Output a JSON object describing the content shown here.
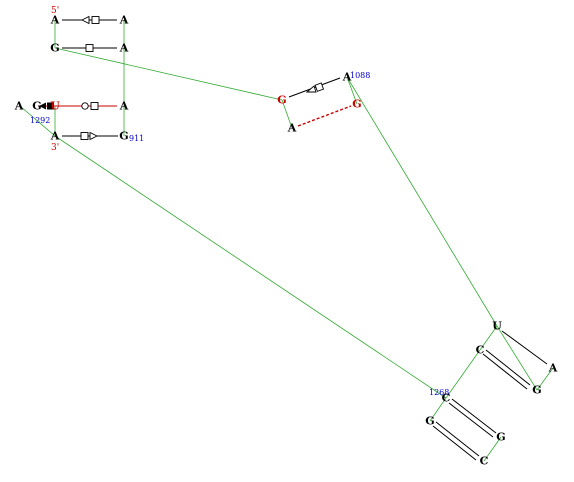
{
  "colors": {
    "backbone": "#33aa33",
    "pair": "#000000",
    "highlight": "#cc0000",
    "number": "#0000cc",
    "nucleotide": "#000000"
  },
  "labels": {
    "five_prime": "5'",
    "three_prime": "3'"
  },
  "numbers": {
    "n1292": "1292",
    "n911": "911",
    "n1088": "1088",
    "n1268": "1268"
  },
  "nucleotides": {
    "a1": "A",
    "a2": "A",
    "g3": "G",
    "a4": "A",
    "a5": "A",
    "g6": "G",
    "u7": "U",
    "a8": "A",
    "a9": "A",
    "g10": "G",
    "g11": "G",
    "a12": "A",
    "g13": "G",
    "a14": "A",
    "u15": "U",
    "c16": "C",
    "a17": "A",
    "g18": "G",
    "c19": "C",
    "g20": "G",
    "g21": "G",
    "c22": "C"
  },
  "pair_symbols": [
    "square-open-triangle",
    "square",
    "circle-square",
    "square-filled-triangle",
    "square-triangle",
    "dashed",
    "watson-crick"
  ]
}
